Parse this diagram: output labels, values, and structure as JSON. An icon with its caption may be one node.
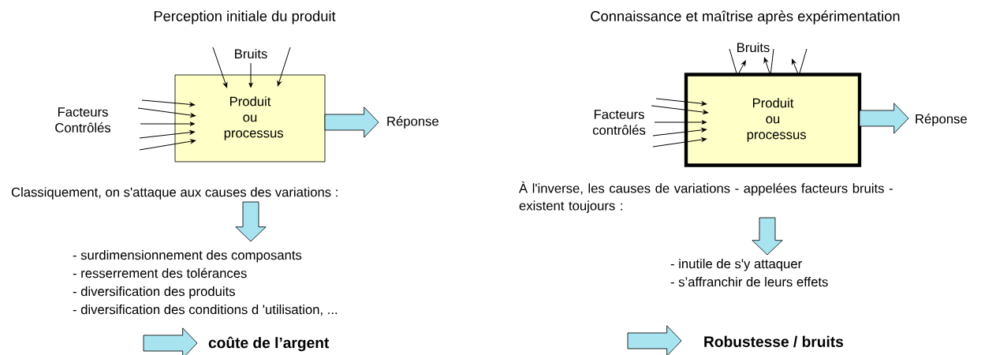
{
  "diagram": {
    "nodes": [
      {
        "text": [
          "Produit ou processus"
        ]
      },
      {
        "text": [
          "Bruits"
        ]
      },
      {
        "text": [
          "Facteurs Contrôlés"
        ]
      },
      {
        "text": [
          "Réponse"
        ]
      },
      {
        "text": [
          "Classiquement, on s'attaque aux causes des variations :"
        ]
      },
      {
        "text": [
          "- surdimensionnement des composants",
          "- resserrement des tolérances",
          "- diversification des produits",
          "- diversification des conditions d 'utilisation, ..."
        ]
      },
      {
        "text": [
          "coûte de l’argent"
        ]
      },
      {
        "text": [
          "Produit ou processus"
        ]
      },
      {
        "text": [
          "Bruits"
        ]
      },
      {
        "text": [
          "Facteurs contrôlés"
        ]
      },
      {
        "text": [
          "Réponse"
        ]
      },
      {
        "text": [
          "À l'inverse, les causes de variations - appelées facteurs bruits - existent toujours :"
        ]
      },
      {
        "text": [
          "- inutile de s'y attaquer",
          "- s’affranchir de leurs effets"
        ]
      },
      {
        "text": [
          "Robustesse / bruits"
        ]
      }
    ],
    "edges": [
      {
        "from": 1,
        "to": 0,
        "arrow": "to"
      },
      {
        "from": 1,
        "to": 0,
        "arrow": "to"
      },
      {
        "from": 1,
        "to": 0,
        "arrow": "to"
      },
      {
        "from": 2,
        "to": 0,
        "arrow": "to"
      },
      {
        "from": 2,
        "to": 0,
        "arrow": "to"
      },
      {
        "from": 2,
        "to": 0,
        "arrow": "to"
      },
      {
        "from": 2,
        "to": 0,
        "arrow": "to"
      },
      {
        "from": 2,
        "to": 0,
        "arrow": "to"
      },
      {
        "from": 0,
        "to": 3,
        "arrow": "to",
        "style": "thick",
        "color": "#a8e4f0"
      },
      {
        "from": 4,
        "to": 5,
        "arrow": "to",
        "style": "thick",
        "color": "#a8e4f0"
      },
      {
        "from": null,
        "to": 6,
        "arrow": "to",
        "style": "thick",
        "color": "#a8e4f0"
      },
      {
        "from": 8,
        "to": 7,
        "arrow": "none"
      },
      {
        "from": 7,
        "to": 8,
        "arrow": "to"
      },
      {
        "from": 8,
        "to": 7,
        "arrow": "none"
      },
      {
        "from": 7,
        "to": 8,
        "arrow": "to"
      },
      {
        "from": 8,
        "to": 7,
        "arrow": "none"
      },
      {
        "from": 7,
        "to": null,
        "arrow": "to"
      },
      {
        "from": 9,
        "to": 7,
        "arrow": "to"
      },
      {
        "from": 9,
        "to": 7,
        "arrow": "to"
      },
      {
        "from": 9,
        "to": 7,
        "arrow": "to"
      },
      {
        "from": 9,
        "to": 7,
        "arrow": "to"
      },
      {
        "from": 9,
        "to": 7,
        "arrow": "to"
      },
      {
        "from": 7,
        "to": 10,
        "arrow": "to",
        "style": "thick",
        "color": "#a8e4f0"
      },
      {
        "from": 11,
        "to": 12,
        "arrow": "to",
        "style": "thick",
        "color": "#a8e4f0"
      },
      {
        "from": null,
        "to": 13,
        "arrow": "to",
        "style": "thick",
        "color": "#a8e4f0"
      }
    ],
    "labels": [
      "Perception initiale du produit",
      "Connaissance et maîtrise après expérimentation"
    ]
  }
}
